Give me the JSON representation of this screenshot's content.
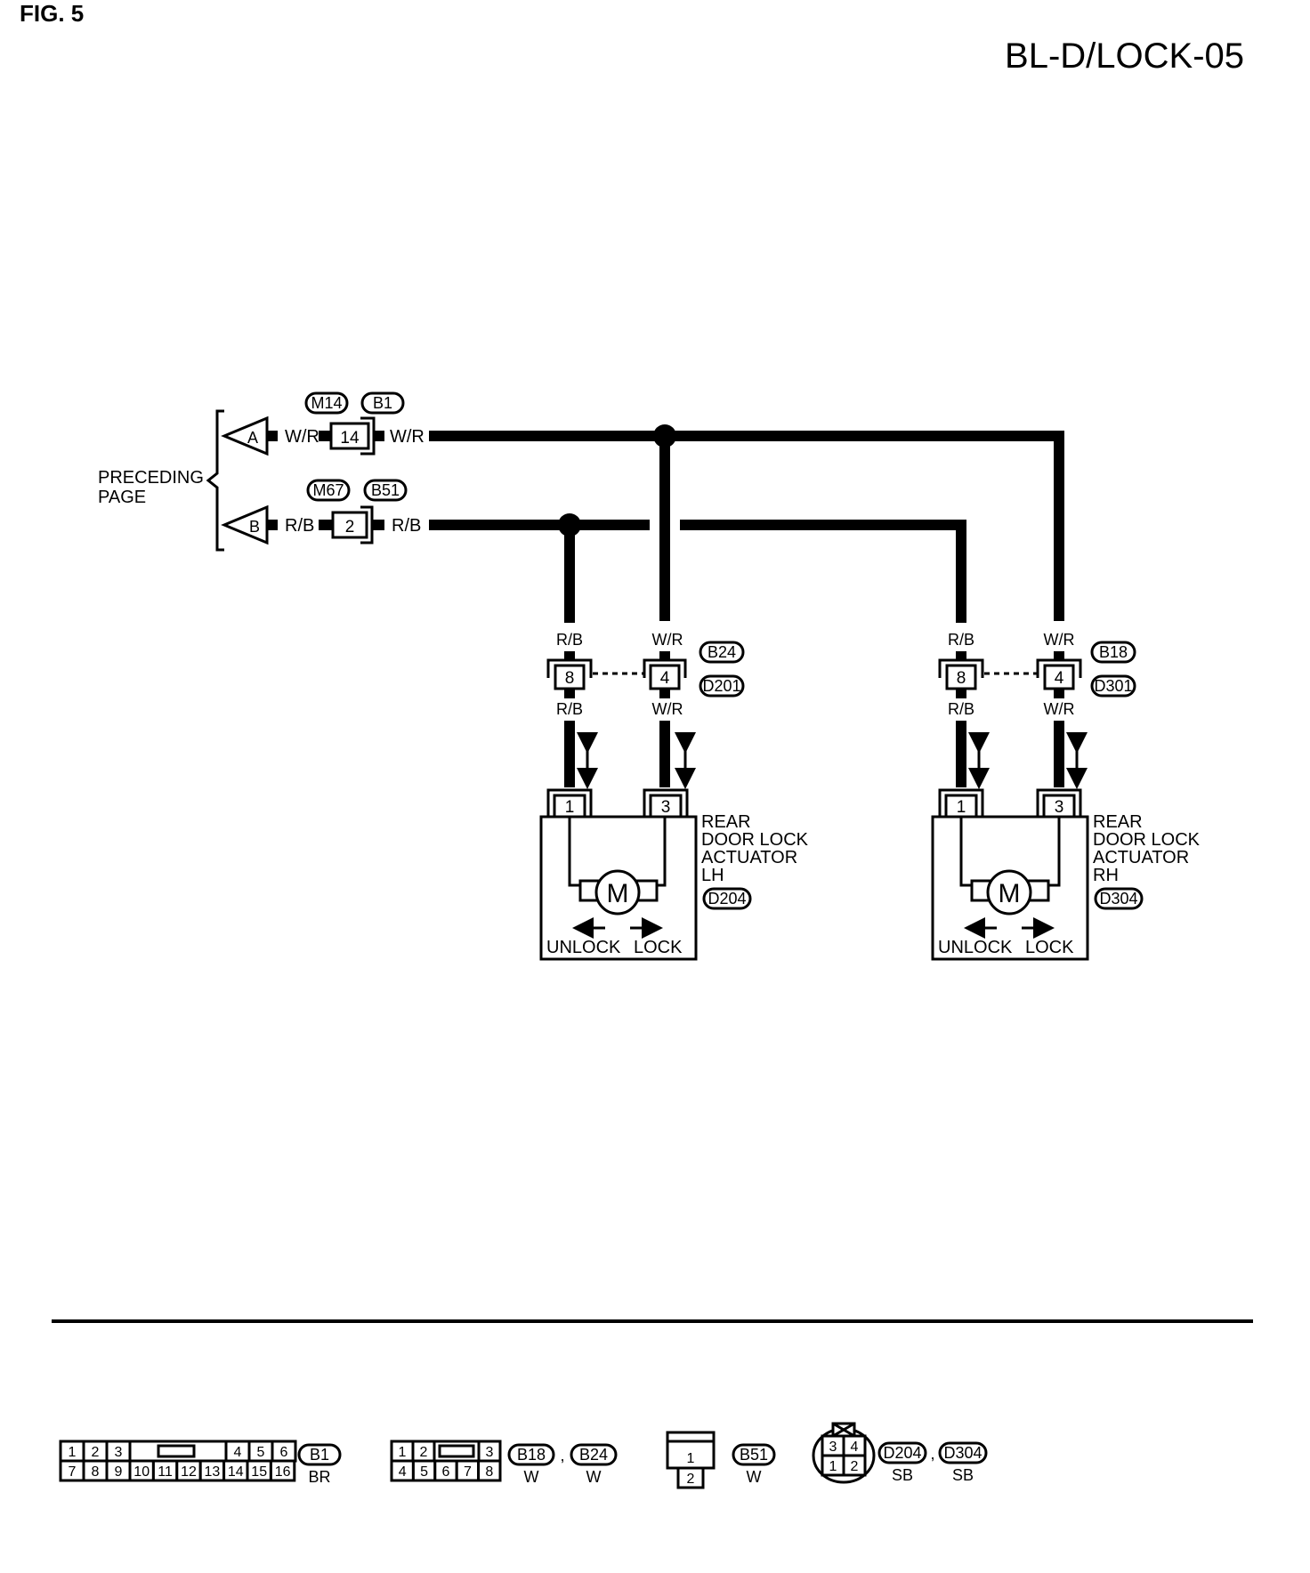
{
  "header": {
    "fig_label": "FIG. 5",
    "page_code": "BL-D/LOCK-05"
  },
  "preceding": {
    "line1": "PRECEDING",
    "line2": "PAGE",
    "ref_a": "A",
    "ref_b": "B"
  },
  "circuit_a": {
    "conn_left": "M14",
    "conn_right": "B1",
    "pin": "14",
    "wire_left": "W/R",
    "wire_right": "W/R"
  },
  "circuit_b": {
    "conn_left": "M67",
    "conn_right": "B51",
    "pin": "2",
    "wire_left": "R/B",
    "wire_right": "R/B"
  },
  "lh": {
    "wire_rb": "R/B",
    "wire_wr": "W/R",
    "conn_upper": "B24",
    "conn_lower": "D201",
    "pin_rb": "8",
    "pin_wr": "4",
    "act_pin1": "1",
    "act_pin3": "3",
    "label1": "REAR",
    "label2": "DOOR LOCK",
    "label3": "ACTUATOR",
    "label4": "LH",
    "act_conn": "D204",
    "motor": "M",
    "unlock": "UNLOCK",
    "lock": "LOCK"
  },
  "rh": {
    "wire_rb": "R/B",
    "wire_wr": "W/R",
    "conn_upper": "B18",
    "conn_lower": "D301",
    "pin_rb": "8",
    "pin_wr": "4",
    "act_pin1": "1",
    "act_pin3": "3",
    "label1": "REAR",
    "label2": "DOOR LOCK",
    "label3": "ACTUATOR",
    "label4": "RH",
    "act_conn": "D304",
    "motor": "M",
    "unlock": "UNLOCK",
    "lock": "LOCK"
  },
  "connector_views": {
    "b1": {
      "top_pins": [
        "1",
        "2",
        "3",
        "4",
        "5",
        "6"
      ],
      "bottom_pins": [
        "7",
        "8",
        "9",
        "10",
        "11",
        "12",
        "13",
        "14",
        "15",
        "16"
      ],
      "code": "B1",
      "color": "BR"
    },
    "b18_b24": {
      "top_pins": [
        "1",
        "2",
        "3"
      ],
      "bottom_pins": [
        "4",
        "5",
        "6",
        "7",
        "8"
      ],
      "code1": "B18",
      "code2": "B24",
      "color1": "W",
      "color2": "W",
      "sep": ","
    },
    "b51": {
      "pins": [
        "1",
        "2"
      ],
      "code": "B51",
      "color": "W"
    },
    "d204_d304": {
      "top_pins": [
        "3",
        "4"
      ],
      "bottom_pins": [
        "1",
        "2"
      ],
      "code1": "D204",
      "code2": "D304",
      "color1": "SB",
      "color2": "SB",
      "sep": ","
    }
  }
}
